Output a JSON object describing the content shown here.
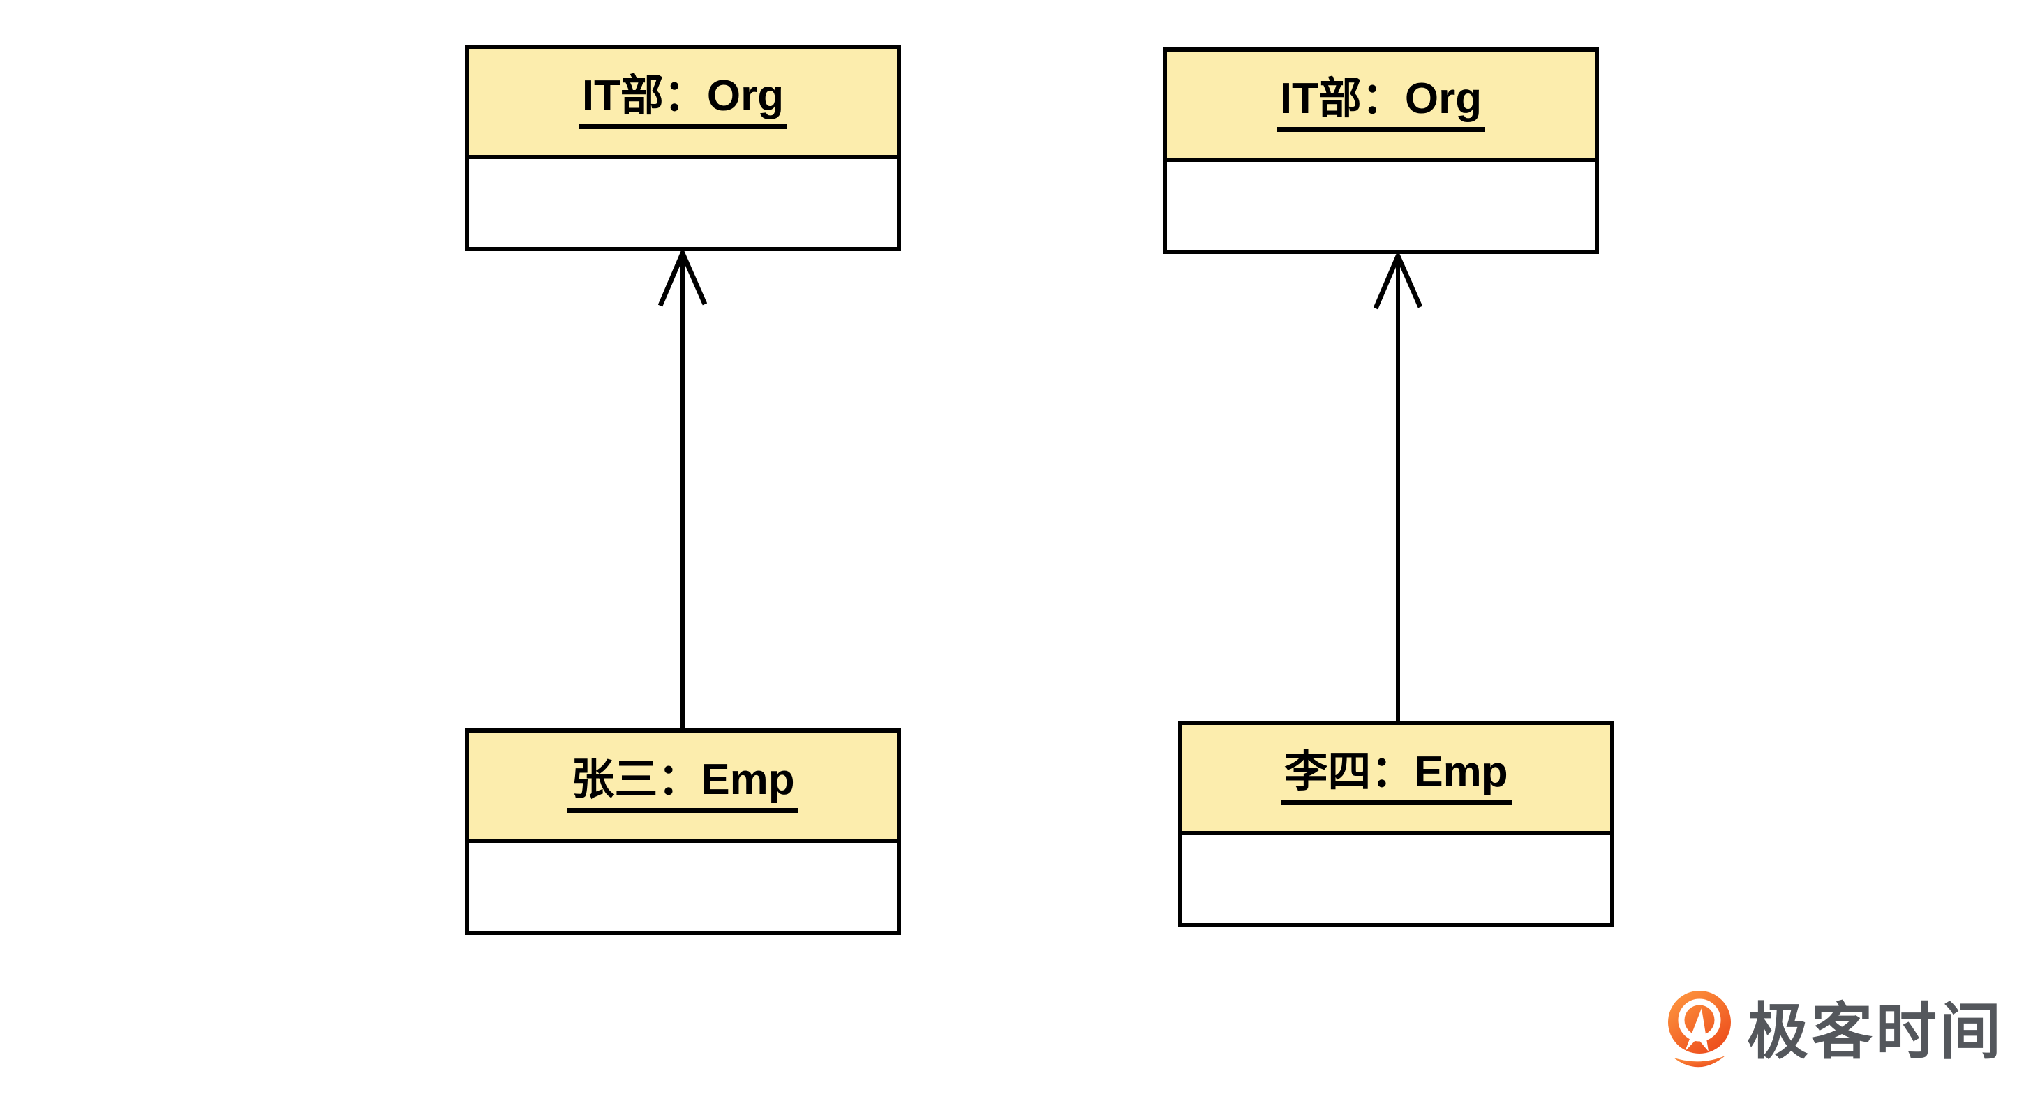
{
  "boxes": {
    "top_left": {
      "label": "IT部：Org"
    },
    "top_right": {
      "label": "IT部：Org"
    },
    "bottom_left": {
      "label": "张三：Emp"
    },
    "bottom_right": {
      "label": "李四：Emp"
    }
  },
  "connections": [
    {
      "from": "bottom_left",
      "to": "top_left",
      "style": "solid-line-open-arrowhead"
    },
    {
      "from": "bottom_right",
      "to": "top_right",
      "style": "solid-line-open-arrowhead"
    }
  ],
  "branding": {
    "logo_text": "极客时间"
  },
  "colors": {
    "background": "#FFFFFF",
    "header_fill": "#FCEDAD",
    "box_border": "#000000",
    "label_text": "#000000",
    "logo_orange_light": "#FF9B41",
    "logo_orange_dark": "#ED4E1D",
    "logo_text_gray": "#54575C"
  }
}
